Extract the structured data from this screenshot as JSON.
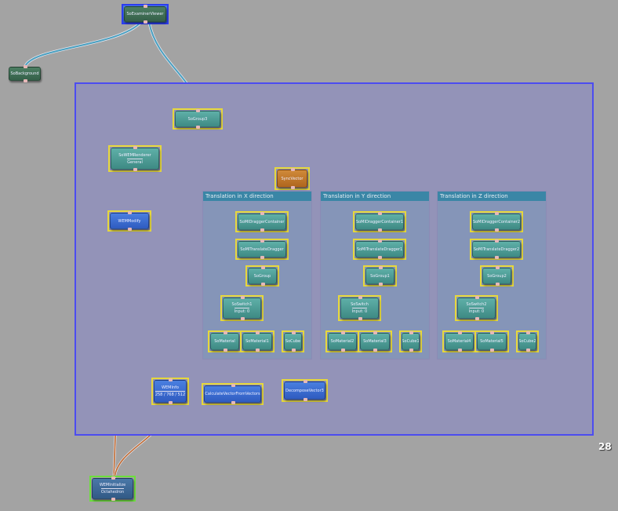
{
  "nodes": {
    "examiner_viewer": "SoExaminerViewer",
    "background": "SoBackground",
    "group3": "SoGroup3",
    "wem_renderer": "SoWEMRenderer",
    "wem_renderer_sub": "General",
    "wem_modify": "WEMModify",
    "sync_vector": "SyncVector",
    "wem_info": "WEMInfo",
    "wem_info_sub": "258 / 768 / 512",
    "calc_vector": "CalculateVectorFromVectors",
    "decompose": "DecomposeVector3",
    "wem_init": "WEMInitialize",
    "wem_init_sub": "Octahedron"
  },
  "subgroups": [
    {
      "title": "Translation in X direction",
      "container": "SoMIDraggerContainer",
      "dragger": "SoMITranslateDragger",
      "group": "SoGroup",
      "switch": "SoSwitch1",
      "switch_sub": "Input: 0",
      "mat_a": "SoMaterial",
      "mat_b": "SoMaterial1",
      "cube": "SoCube"
    },
    {
      "title": "Translation in Y direction",
      "container": "SoMIDraggerContainer1",
      "dragger": "SoMITranslateDragger1",
      "group": "SoGroup1",
      "switch": "SoSwitch",
      "switch_sub": "Input: 0",
      "mat_a": "SoMaterial2",
      "mat_b": "SoMaterial3",
      "cube": "SoCube1"
    },
    {
      "title": "Translation in Z direction",
      "container": "SoMIDraggerContainer2",
      "dragger": "SoMITranslateDragger2",
      "group": "SoGroup2",
      "switch": "SoSwitch2",
      "switch_sub": "Input: 0",
      "mat_a": "SoMaterial4",
      "mat_b": "SoMaterial5",
      "cube": "SoCube2"
    }
  ],
  "counter": "28",
  "colors": {
    "selection": "#e6d83c",
    "group_border": "#4c4cf0",
    "wire_scene": "#4aa0c0",
    "wire_wem": "#c06a30"
  }
}
